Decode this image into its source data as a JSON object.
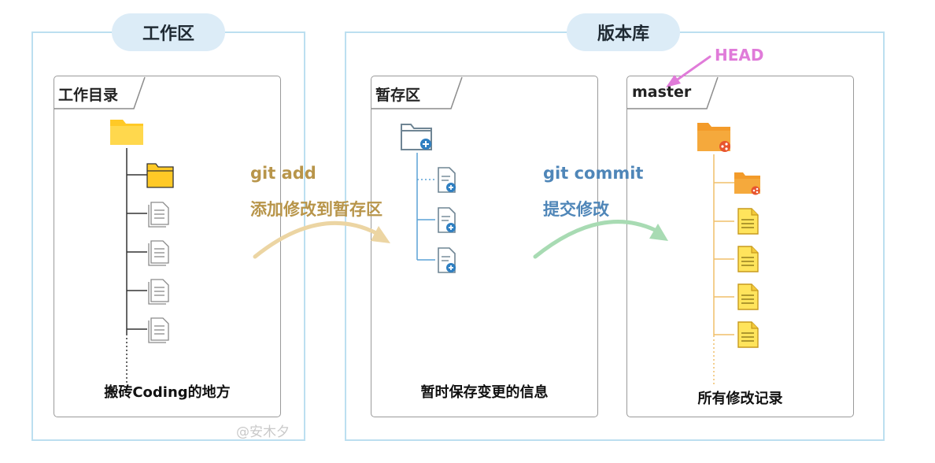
{
  "workspace": {
    "title": "工作区",
    "panel_tab": "工作目录",
    "caption": "搬砖Coding的地方",
    "watermark": "@安木夕"
  },
  "repository": {
    "title": "版本库",
    "staging": {
      "panel_tab": "暂存区",
      "caption": "暂时保存变更的信息"
    },
    "master": {
      "panel_tab": "master",
      "caption": "所有修改记录",
      "head_label": "HEAD"
    }
  },
  "arrows": {
    "add": {
      "command": "git add",
      "description": "添加修改到暂存区",
      "color": "#b8954a",
      "curve_color": "#ecd5a3"
    },
    "commit": {
      "command": "git commit",
      "description": "提交修改",
      "color": "#4f86b8",
      "curve_color": "#a8dbb3"
    }
  },
  "colors": {
    "region_border": "#bcdff0",
    "pill_bg": "#dcecf7",
    "head": "#e07bd9",
    "folder_yellow": "#ffc926",
    "folder_orange": "#f39b2a"
  }
}
